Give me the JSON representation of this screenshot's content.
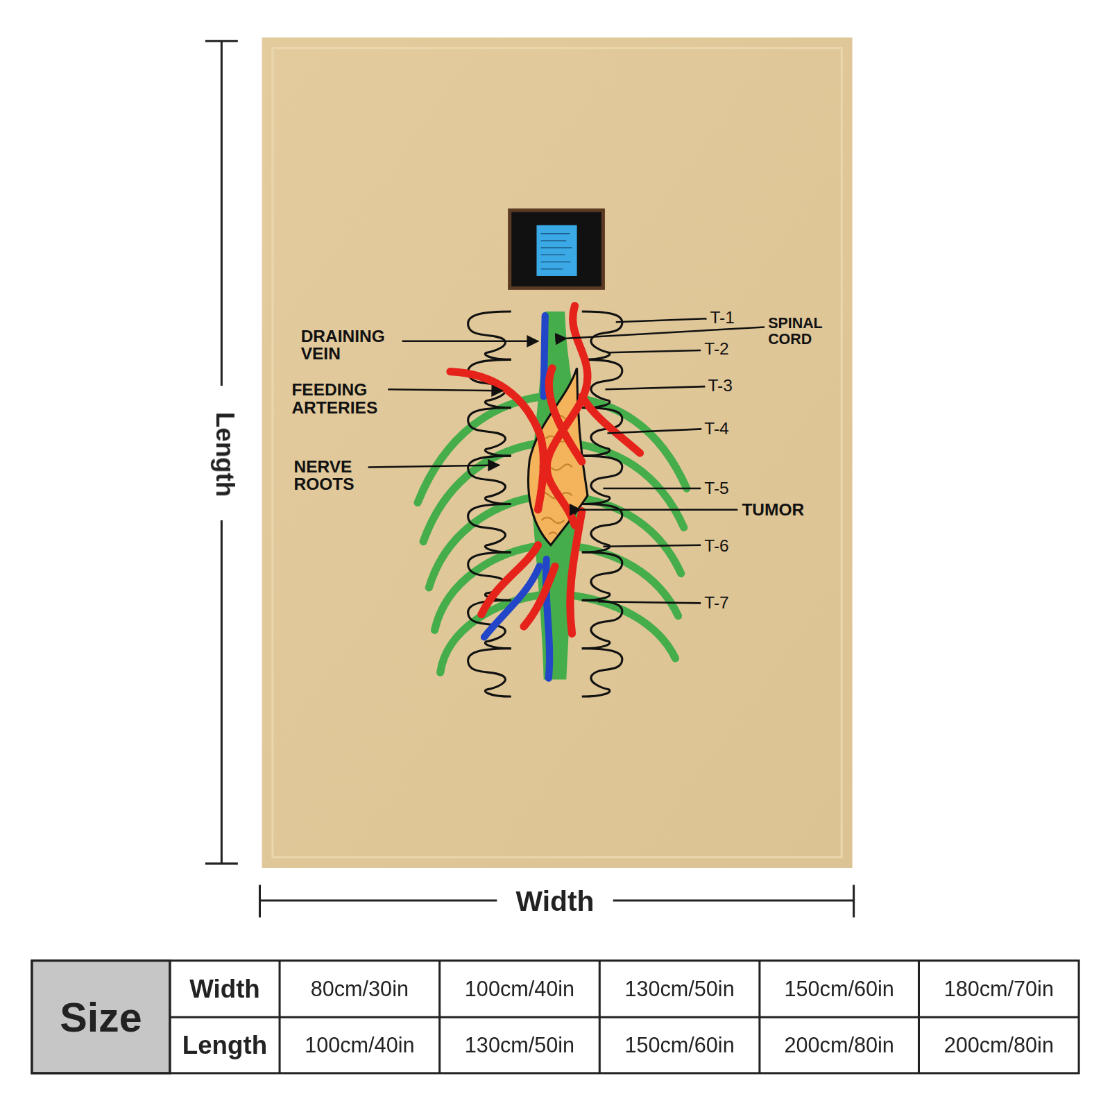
{
  "diagram": {
    "labels": [
      "DRAINING VEIN",
      "FEEDING ARTERIES",
      "NERVE ROOTS",
      "T-1",
      "SPINAL CORD",
      "T-2",
      "T-3",
      "T-4",
      "T-5",
      "TUMOR",
      "T-6",
      "T-7",
      "Length",
      "Width",
      "Size",
      "Width",
      "Length",
      "80cm/30in",
      "100cm/40in",
      "130cm/50in",
      "150cm/60in",
      "180cm/70in",
      "100cm/40in",
      "130cm/50in",
      "150cm/60in",
      "200cm/80in",
      "200cm/80in"
    ]
  }
}
